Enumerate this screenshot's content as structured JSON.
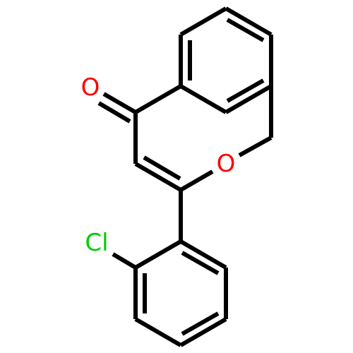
{
  "molecule": {
    "atoms": {
      "oxygen_carbonyl": {
        "label": "O",
        "color": "#ff0000"
      },
      "oxygen_ring": {
        "label": "O",
        "color": "#ff0000"
      },
      "chlorine": {
        "label": "Cl",
        "color": "#00cc00"
      }
    },
    "bond_color": "#000000",
    "background": "#ffffff"
  }
}
